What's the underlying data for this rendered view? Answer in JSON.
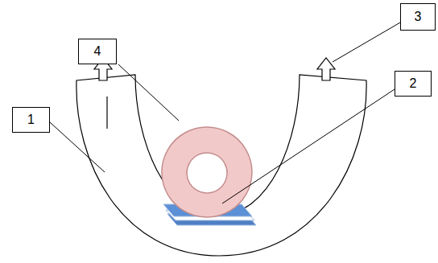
{
  "diagram": {
    "nodes": [
      {
        "text": [
          "3"
        ]
      },
      {
        "text": [
          "4"
        ]
      },
      {
        "text": [
          "2"
        ]
      },
      {
        "text": [
          "1"
        ]
      }
    ]
  }
}
